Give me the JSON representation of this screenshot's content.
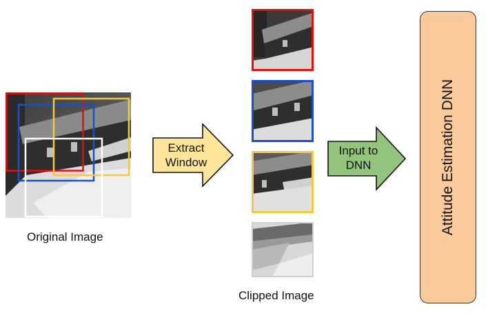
{
  "original_label": "Original Image",
  "clipped_label": "Clipped Image",
  "extract_arrow": {
    "line1": "Extract",
    "line2": "Window",
    "fill": "#ffe599"
  },
  "input_arrow": {
    "line1": "Input to",
    "line2": "DNN",
    "fill": "#93c47d"
  },
  "dnn_box": {
    "label": "Attitude Estimation DNN",
    "fill": "#f9cb9c"
  },
  "window_colors": {
    "red": "#e01010",
    "blue": "#1a4fc8",
    "yellow": "#f5c842",
    "white": "#ffffff"
  }
}
